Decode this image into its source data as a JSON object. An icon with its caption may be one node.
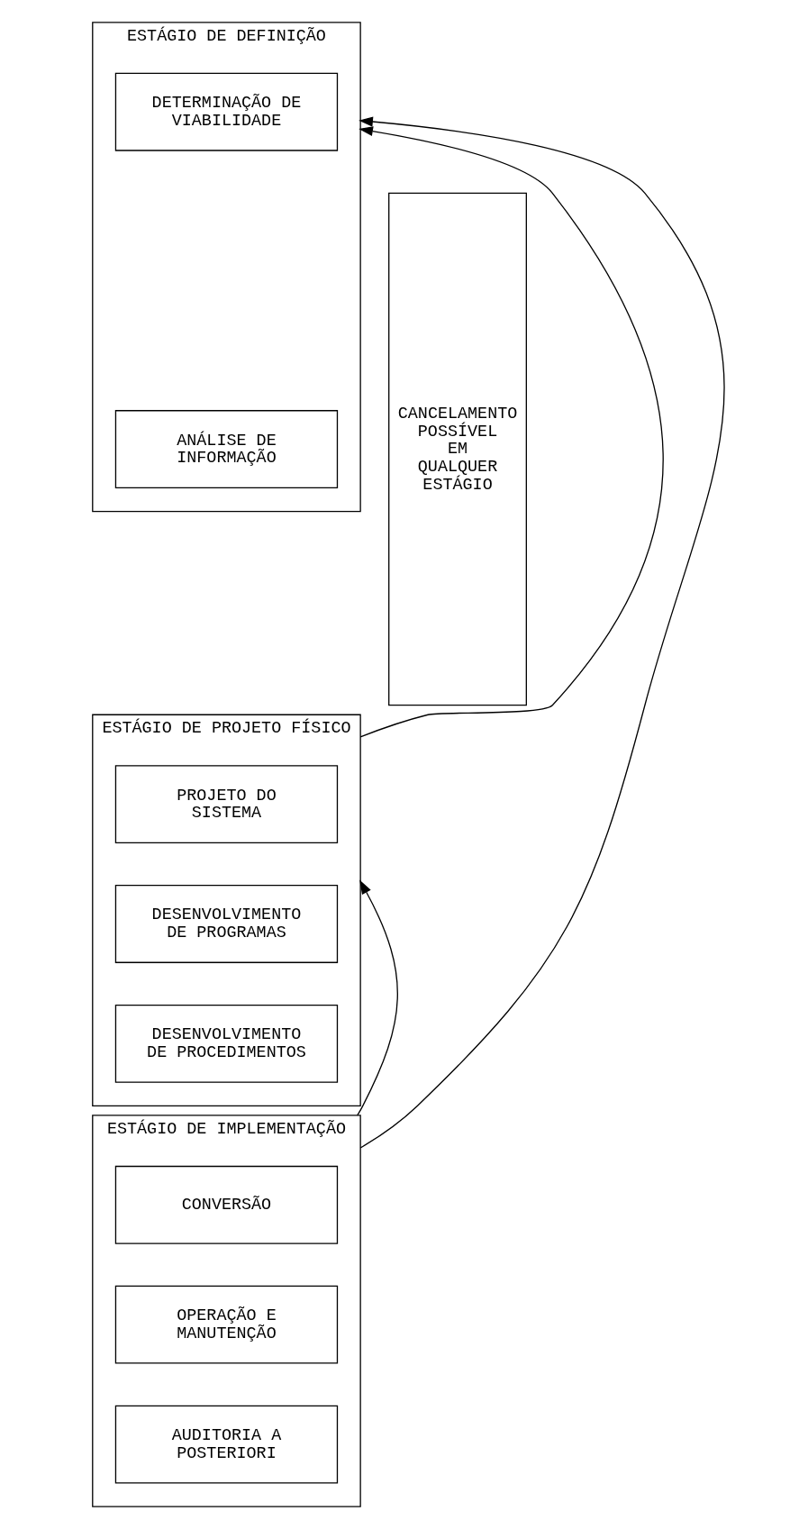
{
  "diagram": {
    "nodes": [
      {
        "text": [
          "ESTÁGIO DE DEFINIÇÃO"
        ]
      },
      {
        "text": [
          "DETERMINAÇÃO DE VIABILIDADE"
        ],
        "in": 0
      },
      {
        "text": [
          "ANÁLISE DE INFORMAÇÃO"
        ],
        "in": 0
      },
      {
        "text": [
          "ESTÁGIO DE PROJETO FÍSICO"
        ]
      },
      {
        "text": [
          "PROJETO DO SISTEMA"
        ],
        "in": 3
      },
      {
        "text": [
          "DESENVOLVIMENTO DE PROGRAMAS"
        ],
        "in": 3
      },
      {
        "text": [
          "DESENVOLVIMENTO DE PROCEDIMENTOS"
        ],
        "in": 3
      },
      {
        "text": [
          "ESTÁGIO DE IMPLEMENTAÇÃO"
        ]
      },
      {
        "text": [
          "CONVERSÃO"
        ],
        "in": 7
      },
      {
        "text": [
          "OPERAÇÃO E MANUTENÇÃO"
        ],
        "in": 7
      },
      {
        "text": [
          "AUDITORIA A POSTERIORI"
        ],
        "in": 7
      },
      {
        "text": [
          "CANCELAMENTO POSSÍVEL EM QUALQUER ESTÁGIO"
        ]
      }
    ],
    "edges": [
      {
        "from": 7,
        "to": 0,
        "arrow": "to"
      },
      {
        "from": 3,
        "to": 0,
        "arrow": "to"
      },
      {
        "from": 7,
        "to": 3,
        "arrow": "to"
      }
    ]
  }
}
